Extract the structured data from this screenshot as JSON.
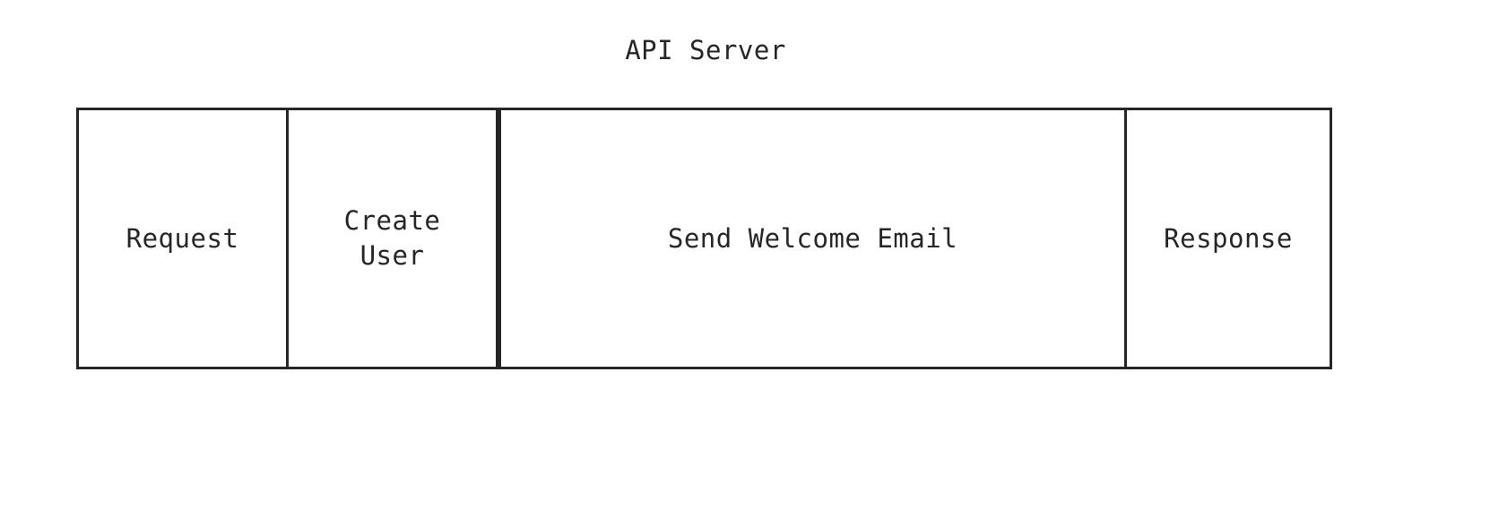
{
  "diagram": {
    "title": "API Server",
    "type": "timeline-bar",
    "background_color": "#ffffff",
    "line_color": "#262626",
    "text_color": "#262626",
    "segments": [
      {
        "id": "request",
        "label": "Request",
        "divider_before": false,
        "divider_emphasis": false
      },
      {
        "id": "create-user",
        "label": "Create\nUser",
        "divider_before": true,
        "divider_emphasis": false
      },
      {
        "id": "send-welcome-email",
        "label": "Send Welcome Email",
        "divider_before": true,
        "divider_emphasis": true
      },
      {
        "id": "response",
        "label": "Response",
        "divider_before": true,
        "divider_emphasis": false
      }
    ]
  }
}
